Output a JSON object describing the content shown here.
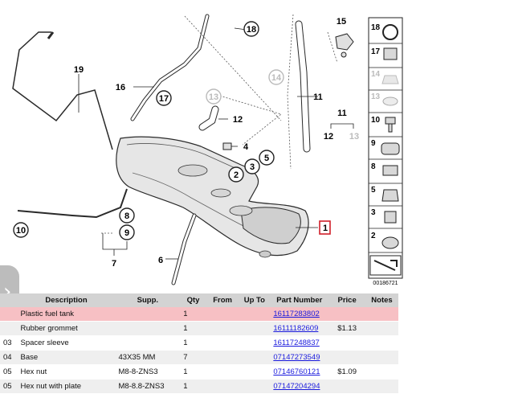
{
  "diagram": {
    "callouts": [
      "18",
      "15",
      "19",
      "16",
      "17",
      "14",
      "11",
      "13",
      "12",
      "4",
      "5",
      "3",
      "2",
      "11",
      "12",
      "13",
      "1",
      "8",
      "9",
      "10",
      "7",
      "6"
    ],
    "side_numbers": [
      "18",
      "17",
      "14",
      "13",
      "10",
      "9",
      "8",
      "5",
      "3",
      "2"
    ],
    "figure_id": "00186721"
  },
  "table": {
    "headers": [
      "Description",
      "Supp.",
      "Qty",
      "From",
      "Up To",
      "Part Number",
      "Price",
      "Notes"
    ],
    "rows": [
      {
        "no": "",
        "desc": "Plastic fuel tank",
        "supp": "",
        "qty": "1",
        "from": "",
        "upto": "",
        "part": "16117283802",
        "price": "",
        "notes": ""
      },
      {
        "no": "",
        "desc": "Rubber grommet",
        "supp": "",
        "qty": "1",
        "from": "",
        "upto": "",
        "part": "16111182609",
        "price": "$1.13",
        "notes": ""
      },
      {
        "no": "03",
        "desc": "Spacer sleeve",
        "supp": "",
        "qty": "1",
        "from": "",
        "upto": "",
        "part": "16117248837",
        "price": "",
        "notes": ""
      },
      {
        "no": "04",
        "desc": "Base",
        "supp": "43X35 MM",
        "qty": "7",
        "from": "",
        "upto": "",
        "part": "07147273549",
        "price": "",
        "notes": ""
      },
      {
        "no": "05",
        "desc": "Hex nut",
        "supp": "M8-8-ZNS3",
        "qty": "1",
        "from": "",
        "upto": "",
        "part": "07146760121",
        "price": "$1.09",
        "notes": ""
      },
      {
        "no": "05",
        "desc": "Hex nut with plate",
        "supp": "M8-8.8-ZNS3",
        "qty": "1",
        "from": "",
        "upto": "",
        "part": "07147204294",
        "price": "",
        "notes": ""
      }
    ]
  },
  "colors": {
    "selected_row": "#f7c0c4",
    "link": "#1a1add",
    "header_bg": "#d3d3d3"
  }
}
